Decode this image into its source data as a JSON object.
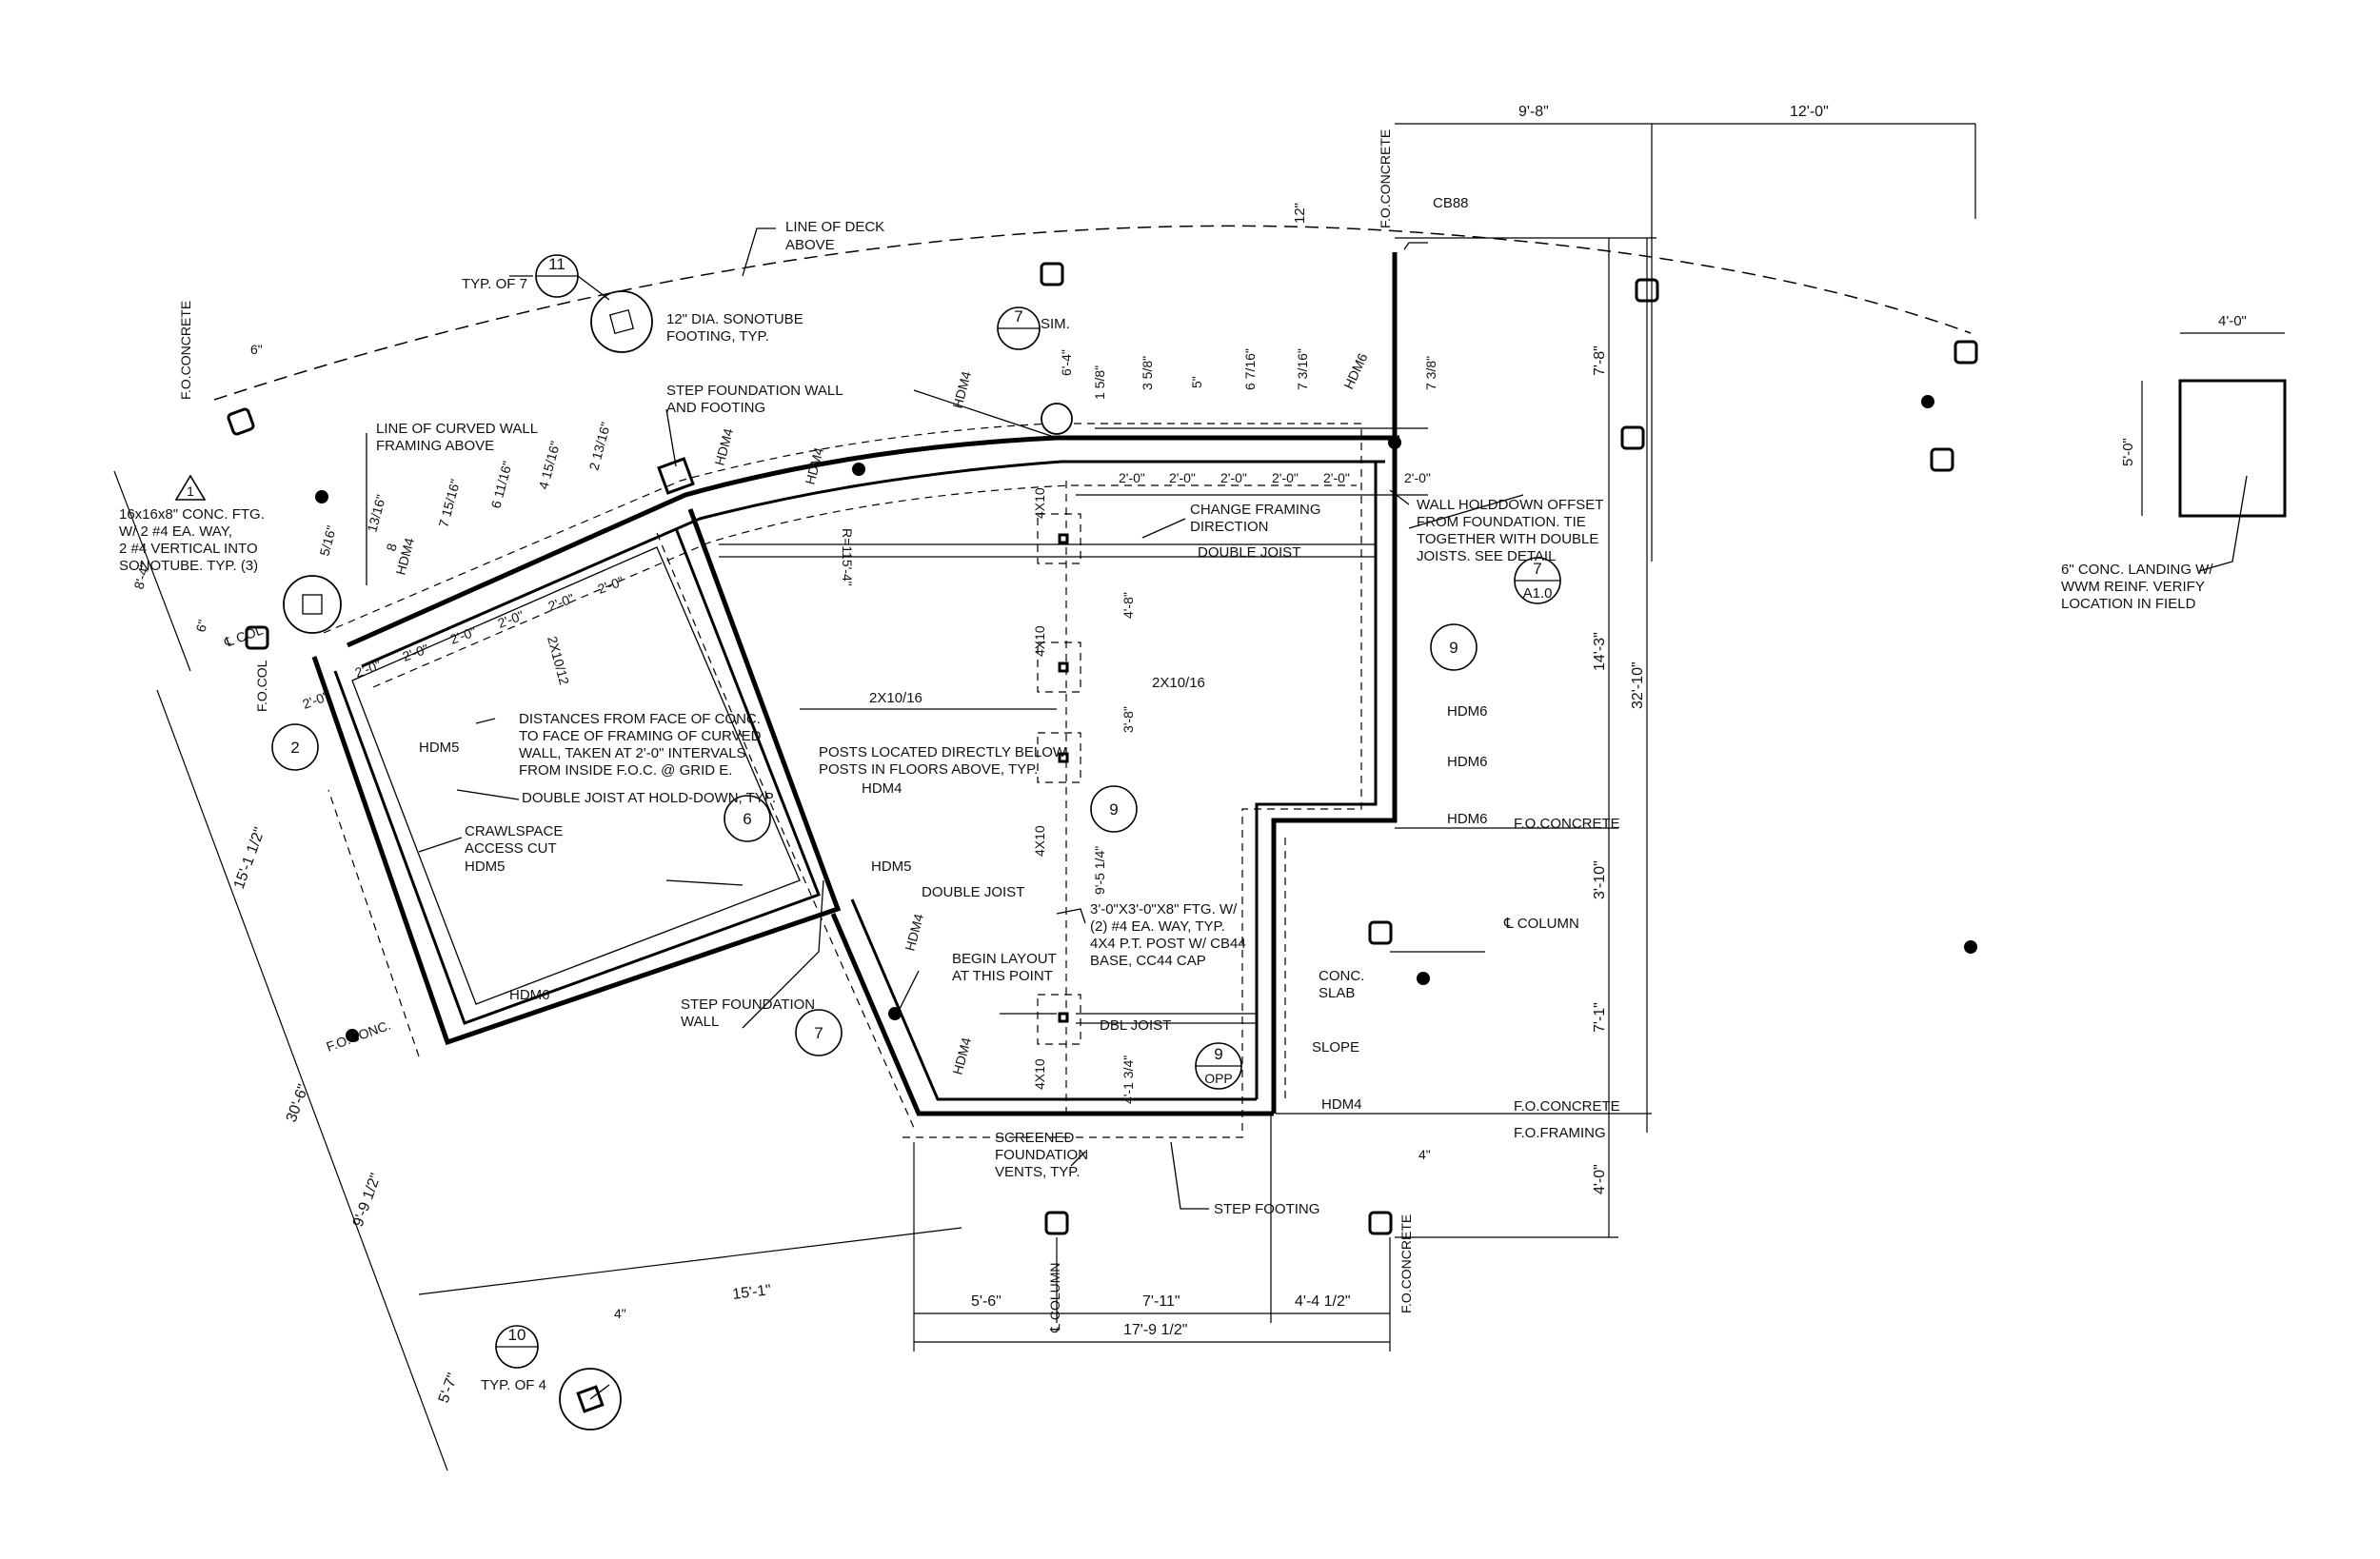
{
  "notes": {
    "deck_line": [
      "LINE OF DECK",
      "ABOVE"
    ],
    "typ7": "TYP. OF 7",
    "bubble11": "11",
    "sonotube": [
      "12\" DIA. SONOTUBE",
      "FOOTING, TYP."
    ],
    "bubble7_sim": "7",
    "sim": "SIM.",
    "cb88": "CB88",
    "fo_concrete": "F.O.CONCRETE",
    "curved_wall": [
      "LINE OF CURVED WALL",
      "FRAMING ABOVE"
    ],
    "step_wall_top": [
      "STEP FOUNDATION WALL",
      "AND FOOTING"
    ],
    "ftg16": [
      "16x16x8\" CONC. FTG.",
      "W/ 2 #4 EA. WAY,",
      "2 #4 VERTICAL INTO",
      "SONOTUBE. TYP. (3)"
    ],
    "bubble1": "1",
    "change_framing": [
      "CHANGE FRAMING",
      "DIRECTION"
    ],
    "double_joist": "DOUBLE JOIST",
    "holddown": [
      "WALL HOLDDOWN OFFSET",
      "FROM FOUNDATION. TIE",
      "TOGETHER WITH DOUBLE",
      "JOISTS. SEE DETAIL"
    ],
    "detail7": "7",
    "detailA10": "A1.0",
    "bubble9": "9",
    "hdm6": "HDM6",
    "hdm5": "HDM5",
    "hdm4": "HDM4",
    "distances": [
      "DISTANCES FROM FACE OF CONC.",
      "TO FACE OF FRAMING OF CURVED",
      "WALL, TAKEN AT 2'-0\" INTERVALS",
      "FROM INSIDE F.O.C. @ GRID E."
    ],
    "dbl_holddown": "DOUBLE JOIST AT HOLD-DOWN, TYP.",
    "crawl": [
      "CRAWLSPACE",
      "ACCESS CUT"
    ],
    "posts_below": [
      "POSTS LOCATED DIRECTLY BELOW",
      "POSTS IN FLOORS ABOVE, TYP."
    ],
    "ftg3": [
      "3'-0\"X3'-0\"X8\" FTG. W/",
      "(2) #4 EA. WAY, TYP.",
      "4X4 P.T. POST W/ CB44",
      "BASE, CC44 CAP"
    ],
    "begin_layout": [
      "BEGIN LAYOUT",
      "AT THIS POINT"
    ],
    "step_wall_left": [
      "STEP FOUNDATION",
      "WALL"
    ],
    "dbl_joist": "DBL JOIST",
    "conc_slab": [
      "CONC.",
      "SLAB"
    ],
    "slope": "SLOPE",
    "cl_column": "℄ COLUMN",
    "fo_framing": "F.O.FRAMING",
    "screened": [
      "SCREENED",
      "FOUNDATION",
      "VENTS, TYP."
    ],
    "step_footing": "STEP FOOTING",
    "typ4": "TYP. OF 4",
    "landing": [
      "6\" CONC. LANDING W/",
      "WWM REINF.  VERIFY",
      "LOCATION IN FIELD"
    ],
    "r": "R=115'-4\"",
    "joist1": "2X10/16",
    "joist2": "2X10/16",
    "joist3": "2X10/12",
    "post4x10": "4X10",
    "co_col": "℄ COL",
    "fo_col": "F.O.COL",
    "fo_conc": "F.O.CONC.",
    "cl_column_v": "℄ COLUMN",
    "bub2": "2",
    "bub6": "6",
    "bub7": "7",
    "bub9": "9",
    "bub10": "10",
    "opp": "OPP"
  },
  "dims": {
    "top1": "9'-8\"",
    "top2": "12'-0\"",
    "land_w": "4'-0\"",
    "land_h": "5'-0\"",
    "twelve": "12\"",
    "r78": "7'-8\"",
    "r143": "14'-3\"",
    "r3210": "32'-10\"",
    "r310": "3'-10\"",
    "r71": "7'-1\"",
    "r40": "4'-0\"",
    "v1": "1 5/8\"",
    "v2": "3 5/8\"",
    "v3": "5\"",
    "v4": "6 7/16\"",
    "v5": "7 3/16\"",
    "v6": "7 3/8\"",
    "d1": "2'-0\"",
    "c1": "6'-4\"",
    "c2": "4'-8\"",
    "c3": "3'-8\"",
    "c4": "9'-5 1/4\"",
    "c5": "4'-1 3/4\"",
    "left84": "8'-4\"",
    "left6a": "6\"",
    "left6b": "6\"",
    "left151": "15'-1 1/2\"",
    "left306": "30'-6\"",
    "left99": "9'-9 1/2\"",
    "left57": "5'-7\"",
    "l20": "2'-0\"",
    "b1": "5'-6\"",
    "b2": "7'-11\"",
    "b3": "4'-4 1/2\"",
    "b4": "17'-9 1/2\"",
    "bot151": "15'-1\"",
    "bot4": "4\"",
    "four": "4\"",
    "a1": "5/16\"",
    "a2": "13/16\"",
    "a3": "8",
    "a4": "7 15/16\"",
    "a5": "6 11/16\"",
    "a6": "4 15/16\"",
    "a7": "2 13/16\""
  }
}
